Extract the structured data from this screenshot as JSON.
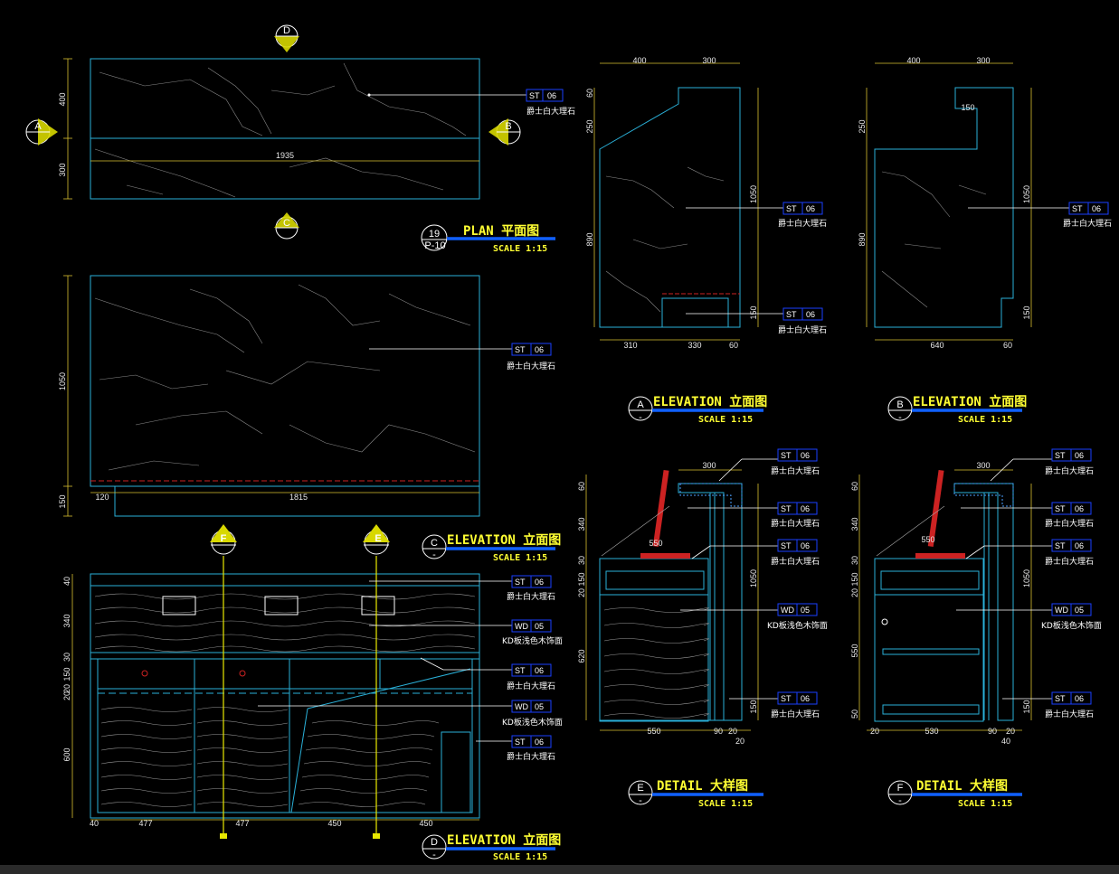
{
  "dimensions": {
    "plan": [
      "400",
      "300",
      "1935"
    ],
    "c_elev": [
      "1050",
      "150",
      "120",
      "1815"
    ],
    "d_elev": [
      "40",
      "340",
      "30",
      "150",
      "20",
      "20",
      "600",
      "40",
      "477",
      "477",
      "450",
      "450"
    ],
    "a_elev": [
      "400",
      "300",
      "60",
      "250",
      "1050",
      "890",
      "150",
      "310",
      "330",
      "60"
    ],
    "b_elev": [
      "400",
      "300",
      "150",
      "250",
      "1050",
      "890",
      "150",
      "640",
      "60"
    ],
    "e_detail": [
      "300",
      "550",
      "1050",
      "60",
      "340",
      "30",
      "150",
      "20",
      "620",
      "150",
      "550",
      "90",
      "20",
      "20"
    ],
    "f_detail": [
      "300",
      "550",
      "1050",
      "60",
      "340",
      "30",
      "150",
      "20",
      "550",
      "150",
      "50",
      "20",
      "530",
      "90",
      "20",
      "40"
    ]
  },
  "tags": {
    "st_code": "ST",
    "wd_code": "WD",
    "num": "06",
    "num_wd": "05"
  },
  "callouts": {
    "marble": "爵士白大理石",
    "wood": "KD板浅色木饰面"
  },
  "titles": {
    "plan": {
      "mark": "19",
      "sheet": "P-10",
      "title": "PLAN   平面图",
      "scale": "SCALE   1:15"
    },
    "a": {
      "mark": "A",
      "sheet": "-",
      "title": "ELEVATION 立面图",
      "scale": "SCALE   1:15"
    },
    "b": {
      "mark": "B",
      "sheet": "-",
      "title": "ELEVATION 立面图",
      "scale": "SCALE   1:15"
    },
    "c": {
      "mark": "C",
      "sheet": "-",
      "title": "ELEVATION 立面图",
      "scale": "SCALE   1:15"
    },
    "d": {
      "mark": "D",
      "sheet": "-",
      "title": "ELEVATION 立面图",
      "scale": "SCALE   1:15"
    },
    "e": {
      "mark": "E",
      "sheet": "-",
      "title": "DETAIL   大样图",
      "scale": "SCALE   1:15"
    },
    "f": {
      "mark": "F",
      "sheet": "-",
      "title": "DETAIL   大样图",
      "scale": "SCALE   1:15"
    }
  },
  "markers": {
    "a": "A",
    "b": "B",
    "c": "C",
    "d": "D",
    "e": "E",
    "f": "F",
    "dash": "-"
  },
  "colors": {
    "background": "#000000",
    "outline": "#2ab0d8",
    "dimension": "#d8c030",
    "title": "#ffff33",
    "underline": "#1060ff",
    "hatch": "#cc2222"
  }
}
